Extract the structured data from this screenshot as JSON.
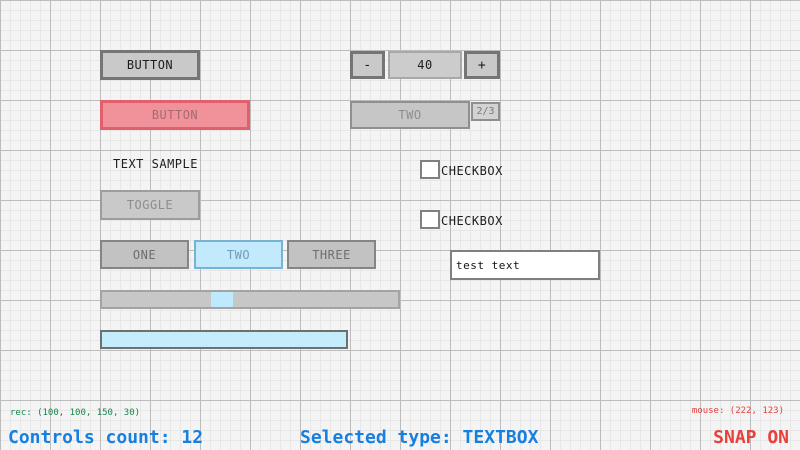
{
  "colors": {
    "background": "#f4f4f4",
    "grid_minor": "#e7e7e7",
    "grid_major": "#bcbcbc",
    "control_fill": "#c9c9c9",
    "control_border_dark": "#757575",
    "control_text_dark": "#1d1d1d",
    "control_text_gray": "#8d8d8d",
    "accent_blue_fill": "#c3eafc",
    "accent_blue_border": "#76b4d2",
    "accent_blue_text": "#6f9db6",
    "hover_red_fill": "#f1929a",
    "hover_red_border": "#e2606d",
    "hover_red_text": "#a26b72",
    "status_green": "#12894a",
    "status_blue": "#157fe2",
    "status_red": "#e8403b"
  },
  "controls": {
    "button_sample": {
      "label": "BUTTON"
    },
    "button_hovered": {
      "label": "BUTTON"
    },
    "label_sample": {
      "text": "TEXT SAMPLE"
    },
    "toggle": {
      "label": "TOGGLE"
    },
    "tabs": {
      "selected": "TWO",
      "items": [
        {
          "label": "ONE"
        },
        {
          "label": "TWO"
        },
        {
          "label": "THREE"
        }
      ]
    },
    "spinner": {
      "decrement": "-",
      "value": "40",
      "increment": "+"
    },
    "dropdown": {
      "selected": "TWO",
      "page_indicator": "2/3"
    },
    "checkbox_1": {
      "label": "CHECKBOX",
      "checked": false
    },
    "checkbox_2": {
      "label": "CHECKBOX",
      "checked": false
    },
    "textbox": {
      "value": "test text"
    }
  },
  "status": {
    "rec": "rec: (100, 100, 150, 30)",
    "controls_count": "Controls count: 12",
    "selected_type": "Selected type: TEXTBOX",
    "mouse": "mouse: (222, 123)",
    "snap": "SNAP ON"
  }
}
